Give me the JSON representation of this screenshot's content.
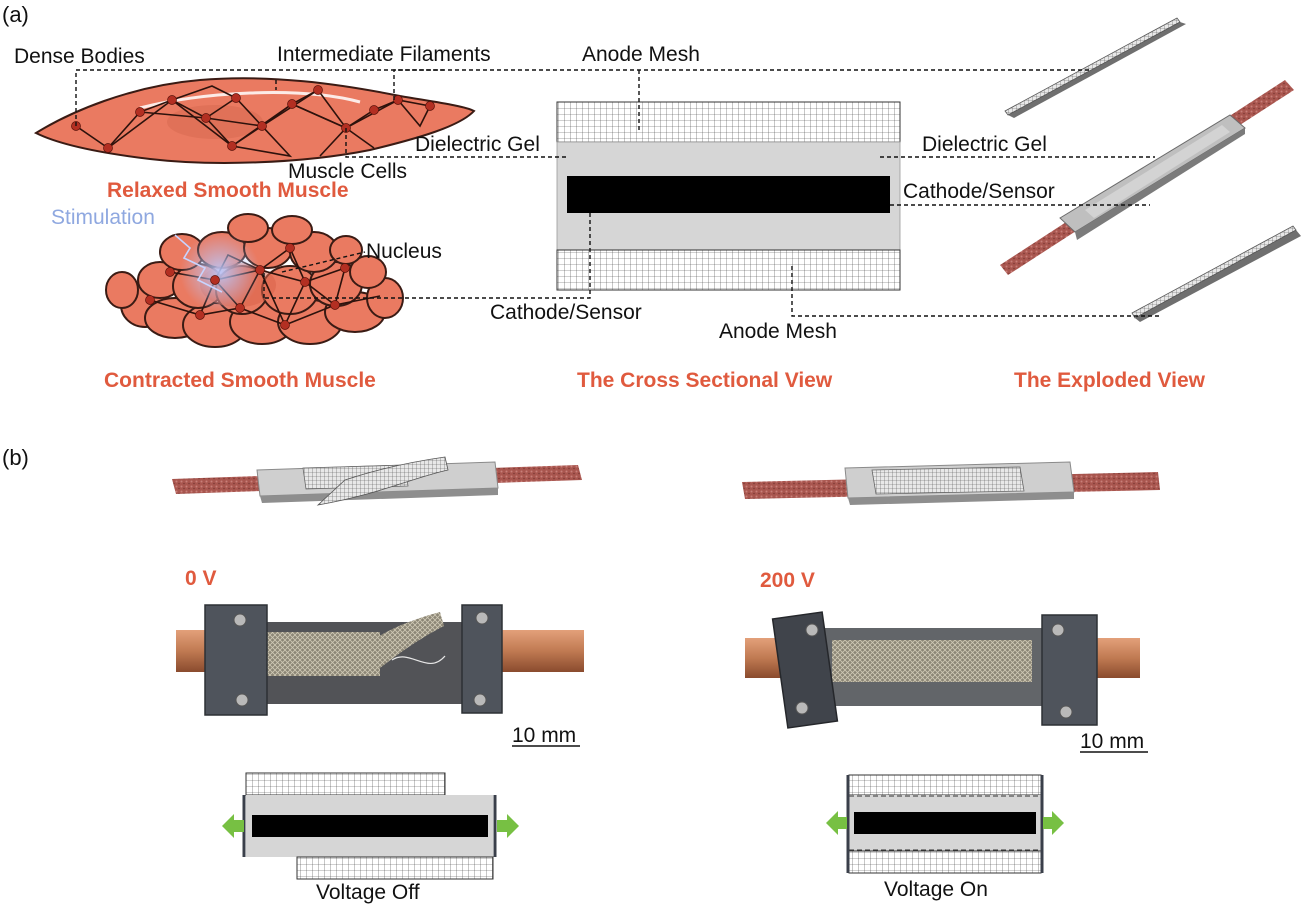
{
  "panels": {
    "a": "(a)",
    "b": "(b)"
  },
  "labels": {
    "dense_bodies": "Dense Bodies",
    "intermediate_filaments": "Intermediate Filaments",
    "anode_mesh_top": "Anode Mesh",
    "dielectric_gel_left": "Dielectric Gel",
    "dielectric_gel_right": "Dielectric Gel",
    "muscle_cells": "Muscle Cells",
    "cathode_sensor_right": "Cathode/Sensor",
    "stimulation": "Stimulation",
    "nucleus": "Nucleus",
    "cathode_sensor_bottom": "Cathode/Sensor",
    "anode_mesh_bottom": "Anode Mesh"
  },
  "headings": {
    "relaxed": "Relaxed Smooth Muscle",
    "contracted": "Contracted Smooth Muscle",
    "cross_section": "The Cross Sectional View",
    "exploded": "The Exploded View"
  },
  "states": {
    "off": {
      "voltage": "0 V",
      "scale": "10 mm",
      "caption": "Voltage Off"
    },
    "on": {
      "voltage": "200 V",
      "scale": "10 mm",
      "caption": "Voltage On"
    }
  },
  "colors": {
    "muscle": "#ea7a61",
    "heading": "#e05a3e",
    "stimulation": "#8fa8e0",
    "gel": "#d6d6d6",
    "cathode": "#000000",
    "copper": "#c07a52",
    "arrow": "#77c043",
    "bracket": "#3a3f4a"
  }
}
